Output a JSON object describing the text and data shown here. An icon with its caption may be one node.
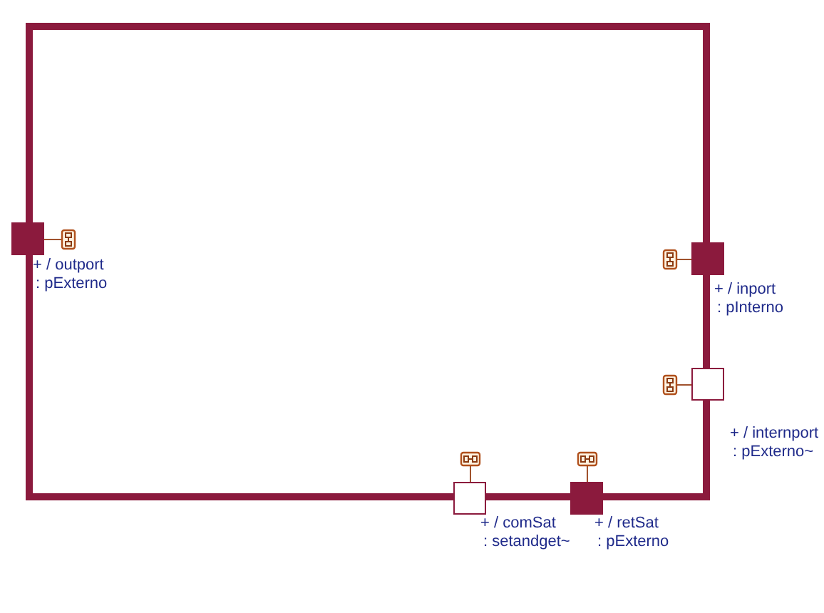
{
  "diagram": {
    "nodes": [
      {
        "text": [],
        "shape": "box"
      },
      {
        "text": [],
        "shape": "box",
        "beside": [
          "+ / outport : pExterno"
        ]
      },
      {
        "text": [],
        "shape": "box",
        "beside": [
          "+ / inport : pInterno"
        ]
      },
      {
        "text": [],
        "shape": "box",
        "beside": [
          "+ / internport : pExterno~"
        ]
      },
      {
        "text": [],
        "shape": "box",
        "beside": [
          "+ / comSat : setandget~"
        ]
      },
      {
        "text": [],
        "shape": "box",
        "beside": [
          "+ / retSat : pExterno"
        ]
      }
    ]
  }
}
